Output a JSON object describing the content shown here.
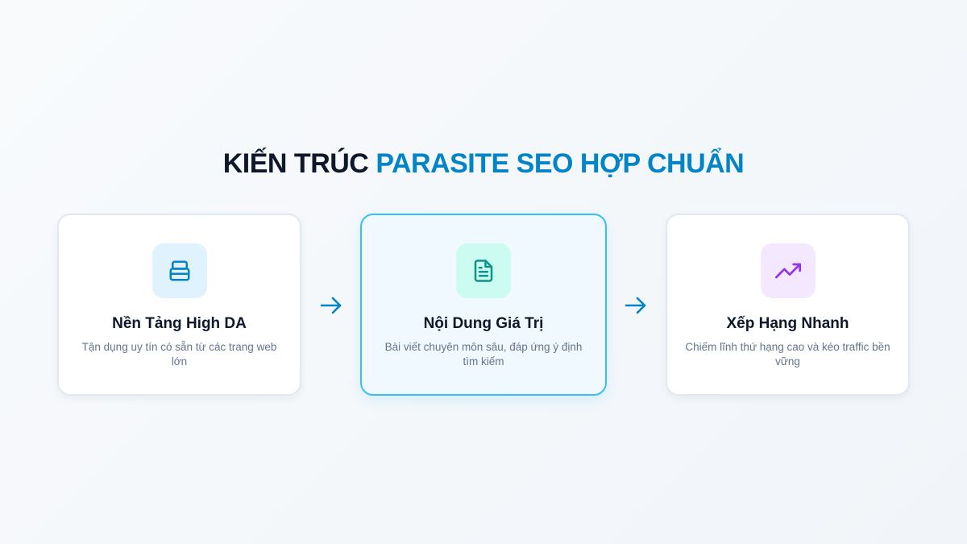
{
  "header": {
    "title_dark": "KIẾN TRÚC",
    "title_accent": "PARASITE SEO HỢP CHUẨN"
  },
  "steps": [
    {
      "title": "Nền Tảng High DA",
      "description": "Tận dụng uy tín có sẵn từ các trang web lớn",
      "icon": "database-icon",
      "color": "#0284c7"
    },
    {
      "title": "Nội Dung Giá Trị",
      "description": "Bài viết chuyên môn sâu, đáp ứng ý định tìm kiếm",
      "icon": "document-icon",
      "color": "#0d9488"
    },
    {
      "title": "Xếp Hạng Nhanh",
      "description": "Chiếm lĩnh thứ hạng cao và kéo traffic bền vững",
      "icon": "trending-up-icon",
      "color": "#9333ea"
    }
  ],
  "colors": {
    "accent": "#0284c7",
    "arrow": "#0284c7",
    "active_border": "#38bdf8"
  }
}
